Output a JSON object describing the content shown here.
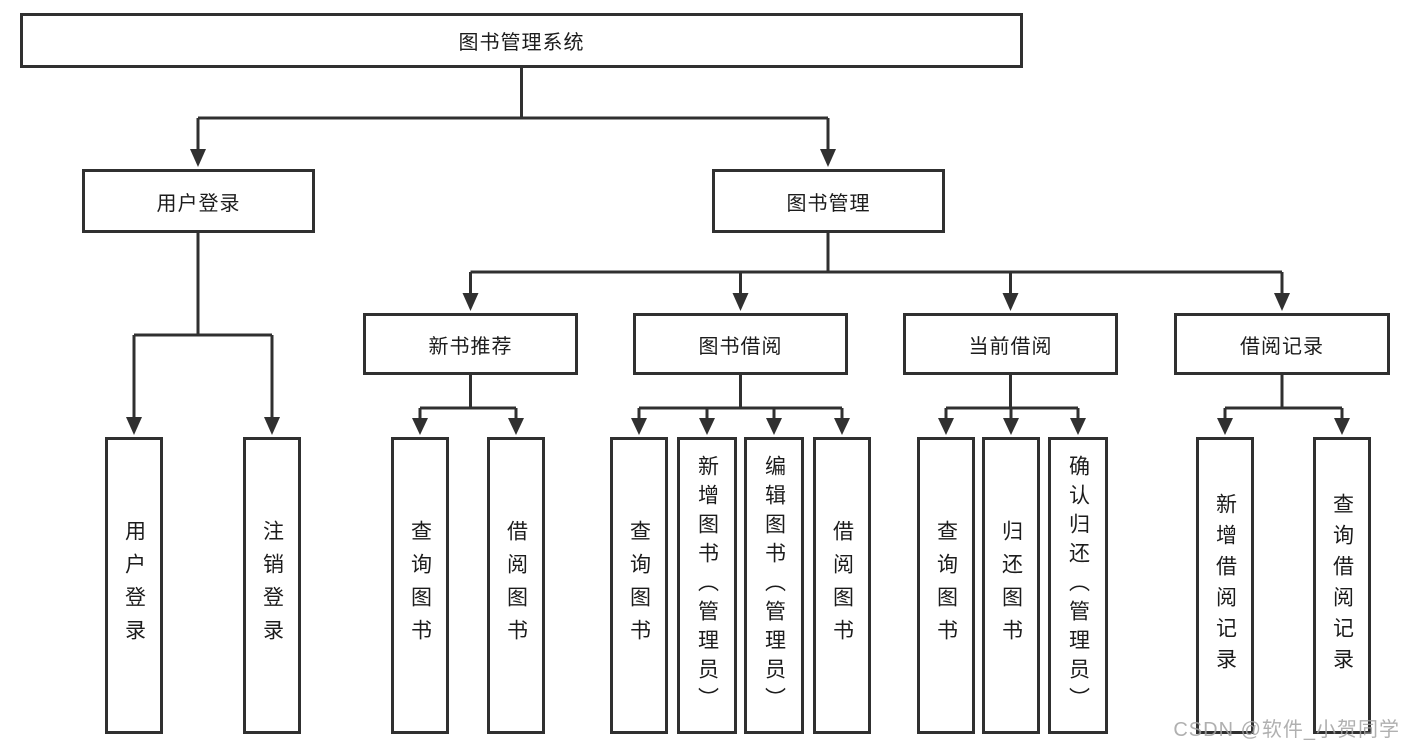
{
  "diagram_title": "图书管理系统",
  "tree": {
    "label": "图书管理系统",
    "children": [
      {
        "label": "用户登录",
        "children": [
          {
            "label": "用户登录"
          },
          {
            "label": "注销登录"
          }
        ]
      },
      {
        "label": "图书管理",
        "children": [
          {
            "label": "新书推荐",
            "children": [
              {
                "label": "查询图书"
              },
              {
                "label": "借阅图书"
              }
            ]
          },
          {
            "label": "图书借阅",
            "children": [
              {
                "label": "查询图书"
              },
              {
                "label": "新增图书（管理员）"
              },
              {
                "label": "编辑图书（管理员）"
              },
              {
                "label": "借阅图书"
              }
            ]
          },
          {
            "label": "当前借阅",
            "children": [
              {
                "label": "查询图书"
              },
              {
                "label": "归还图书"
              },
              {
                "label": "确认归还（管理员）"
              }
            ]
          },
          {
            "label": "借阅记录",
            "children": [
              {
                "label": "新增借阅记录"
              },
              {
                "label": "查询借阅记录"
              }
            ]
          }
        ]
      }
    ]
  },
  "watermark": {
    "text": "CSDN @软件_小贺同学"
  },
  "colors": {
    "line": "#303030",
    "text": "#1c1c1c",
    "background": "#ffffff",
    "watermark": "#a3a3a3"
  }
}
